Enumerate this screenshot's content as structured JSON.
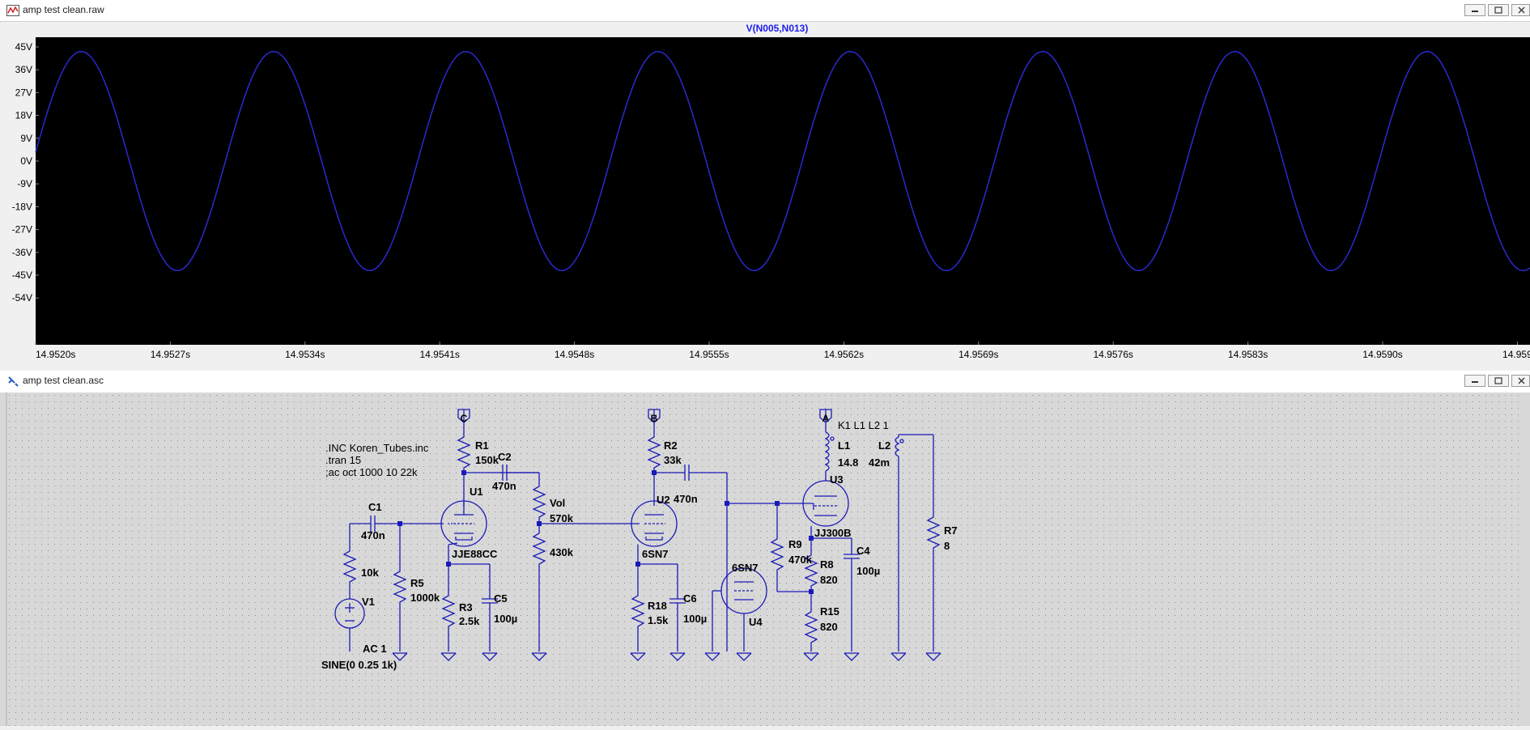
{
  "plot_window": {
    "title": "amp test clean.raw",
    "trace_label": "V(N005,N013)",
    "y_ticks": [
      "45V",
      "36V",
      "27V",
      "18V",
      "9V",
      "0V",
      "-9V",
      "-18V",
      "-27V",
      "-36V",
      "-45V",
      "-54V"
    ],
    "x_ticks": [
      "14.9520s",
      "14.9527s",
      "14.9534s",
      "14.9541s",
      "14.9548s",
      "14.9555s",
      "14.9562s",
      "14.9569s",
      "14.9576s",
      "14.9583s",
      "14.9590s",
      "14.959"
    ],
    "colors": {
      "background": "#000000",
      "trace": "#2a2ad0",
      "title": "#1c1cf0"
    }
  },
  "schematic_window": {
    "title": "amp test clean.asc",
    "directives": [
      ".INC Koren_Tubes.inc",
      ".tran 15",
      ";ac oct 1000 10 22k",
      "K1 L1 L2 1"
    ],
    "ports": [
      "C",
      "B",
      "A"
    ],
    "labels": {
      "R1": "R1",
      "R1v": "150k",
      "C2": "C2",
      "C2v": "470n",
      "U1": "U1",
      "U1t": "JJE88CC",
      "C1": "C1",
      "C1v": "470n",
      "R10v": "10k",
      "R5": "R5",
      "R5v": "1000k",
      "V1": "V1",
      "V1ac": "AC 1",
      "V1sine": "SINE(0 0.25 1k)",
      "R3": "R3",
      "R3v": "2.5k",
      "C5": "C5",
      "C5v": "100µ",
      "Vol": "Vol",
      "Volv1": "570k",
      "Volv2": "430k",
      "R2": "R2",
      "R2v": "33k",
      "U2": "U2",
      "C3v": "470n",
      "U2t": "6SN7",
      "R18": "R18",
      "R18v": "1.5k",
      "C6": "C6",
      "C6v": "100µ",
      "U4t": "6SN7",
      "U4": "U4",
      "L1": "L1",
      "L1v": "14.8",
      "L2": "L2",
      "L2v": "42m",
      "U3": "U3",
      "U3t": "JJ300B",
      "R9": "R9",
      "R9v": "470k",
      "R8": "R8",
      "R8v": "820",
      "C4": "C4",
      "C4v": "100µ",
      "R15": "R15",
      "R15v": "820",
      "R7": "R7",
      "R7v": "8"
    },
    "colors": {
      "background": "#d8d8d8",
      "wire": "#1a1ab8",
      "junction": "#1a1ab8",
      "text": "#000000"
    }
  }
}
